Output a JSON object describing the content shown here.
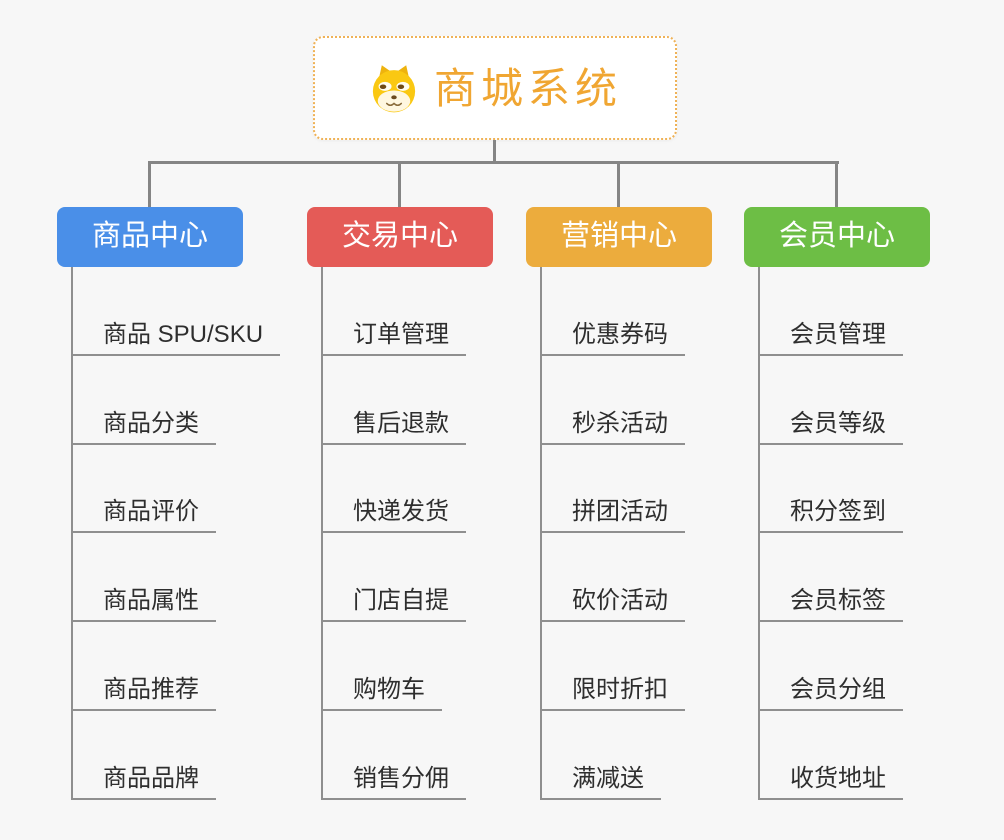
{
  "background": "#f7f7f7",
  "connector_color": "#858585",
  "line_color": "#8f8f8f",
  "root": {
    "title": "商城系统",
    "icon": "shiba-dog-icon",
    "title_color": "#f0a632",
    "border_color": "#efb257"
  },
  "branches": [
    {
      "label": "商品中心",
      "color": "#4a8fe8",
      "children": [
        "商品 SPU/SKU",
        "商品分类",
        "商品评价",
        "商品属性",
        "商品推荐",
        "商品品牌"
      ]
    },
    {
      "label": "交易中心",
      "color": "#e45b57",
      "children": [
        "订单管理",
        "售后退款",
        "快递发货",
        "门店自提",
        "购物车",
        "销售分佣"
      ]
    },
    {
      "label": "营销中心",
      "color": "#ecac3d",
      "children": [
        "优惠券码",
        "秒杀活动",
        "拼团活动",
        "砍价活动",
        "限时折扣",
        "满减送"
      ]
    },
    {
      "label": "会员中心",
      "color": "#6dbe45",
      "children": [
        "会员管理",
        "会员等级",
        "积分签到",
        "会员标签",
        "会员分组",
        "收货地址"
      ]
    }
  ]
}
